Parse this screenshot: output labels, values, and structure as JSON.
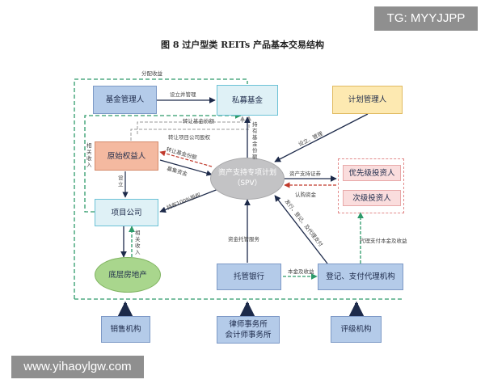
{
  "watermarks": {
    "top": "TG: MYYJJPP",
    "bottom": "www.yihaoylgw.com"
  },
  "title": "图 8   过户型类 REITs 产品基本交易结构",
  "nodes": {
    "fund_manager": "基金管理人",
    "private_fund": "私募基金",
    "plan_manager": "计划管理人",
    "original_owner": "原始权益人",
    "spv_line1": "资产支持专项计划",
    "spv_line2": "（SPV）",
    "senior_investor": "优先级投资人",
    "junior_investor": "次级投资人",
    "project_company": "项目公司",
    "real_estate": "底层房地产",
    "custodian_bank": "托管银行",
    "paying_agent": "登记、支付代理机构",
    "sales_agency": "销售机构",
    "law_firm": "律师事务所",
    "accounting_firm": "会计师事务所",
    "rating_agency": "评级机构"
  },
  "labels": {
    "distribute_income": "分配收益",
    "setup_manage": "设立并管理",
    "transfer_fund_share": "转让基金份额",
    "transfer_equity_debt": "转让项目公司股权",
    "hold_fund_share": "持有基金份额",
    "setup_manage_spv": "设立、管理",
    "transfer_fund_units": "转让基金份额",
    "raise_funds": "募集资金",
    "related_income": "相关收入",
    "setup": "设立",
    "hold_100pct_equity": "持有100%股权",
    "related_income2": "相关收入",
    "abs_security": "资产支持证券",
    "subscribe_funds": "认购资金",
    "custody_service": "资金托管服务",
    "send_payment": "发行、登记、及代理支付",
    "agent_pay": "代理支付本金及收益",
    "principal_income": "本金及收益"
  }
}
